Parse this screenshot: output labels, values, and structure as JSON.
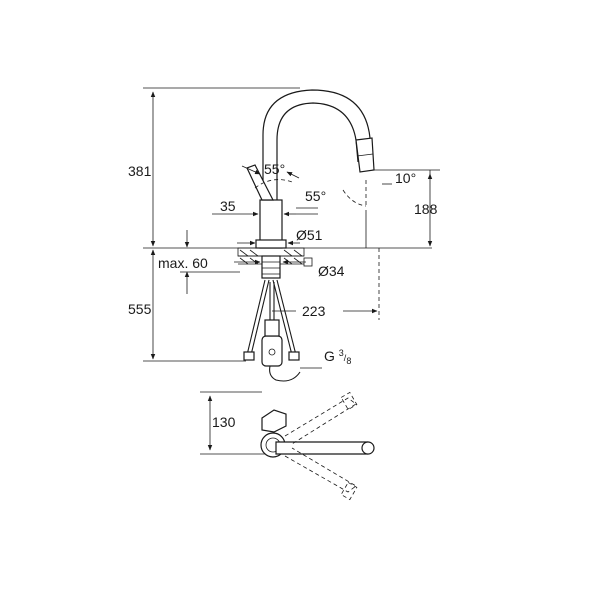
{
  "dimensions": {
    "total_height": "381",
    "spout_angle": "55°",
    "handle_angle": "55°",
    "spray_angle": "10°",
    "spout_height": "188",
    "handle_offset": "35",
    "body_diameter": "Ø51",
    "deck_thickness": "max. 60",
    "hole_diameter": "Ø34",
    "below_deck_length": "555",
    "spout_reach": "223",
    "connection_letter": "G",
    "connection_num": "3",
    "connection_den": "8",
    "top_view_offset": "130"
  }
}
